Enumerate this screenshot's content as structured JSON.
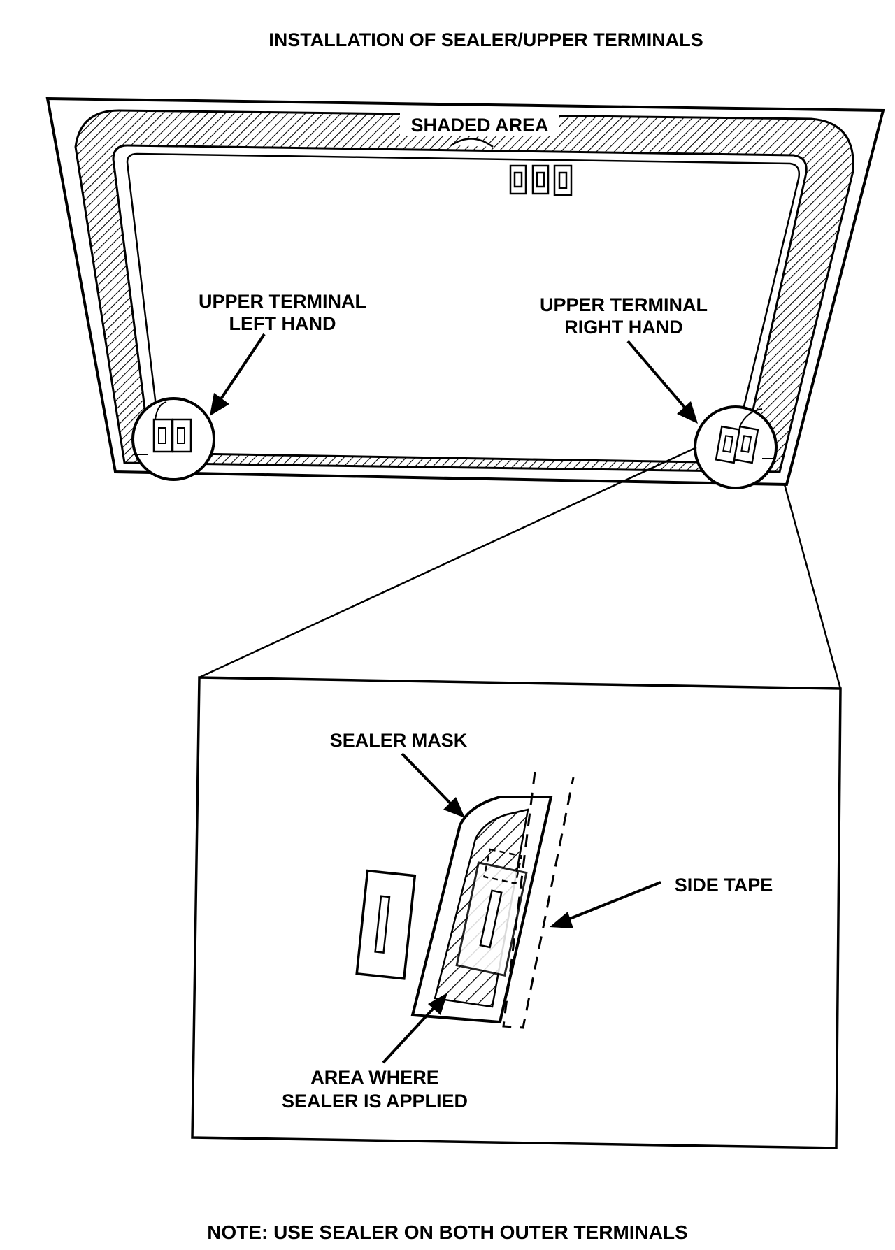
{
  "title": "INSTALLATION OF SEALER/UPPER TERMINALS",
  "labels": {
    "shaded_area": "SHADED AREA",
    "upper_terminal_left_line1": "UPPER TERMINAL",
    "upper_terminal_left_line2": "LEFT HAND",
    "upper_terminal_right_line1": "UPPER TERMINAL",
    "upper_terminal_right_line2": "RIGHT HAND",
    "sealer_mask": "SEALER MASK",
    "side_tape": "SIDE TAPE",
    "sealer_area_line1": "AREA WHERE",
    "sealer_area_line2": "SEALER IS APPLIED"
  },
  "note": "NOTE: USE SEALER ON BOTH OUTER TERMINALS"
}
